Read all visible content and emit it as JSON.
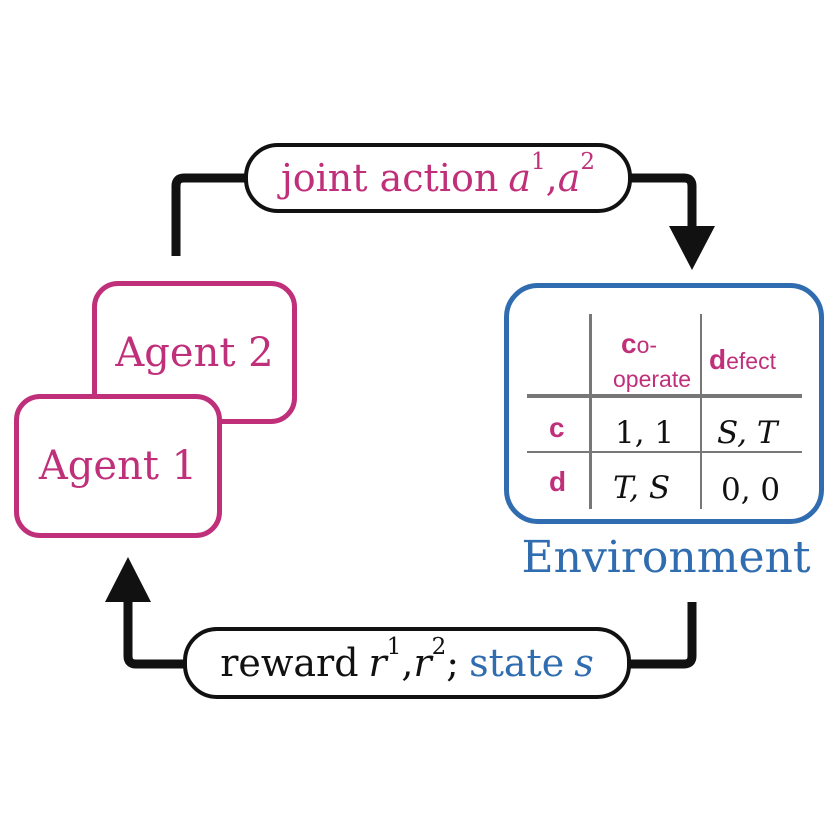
{
  "top_label": {
    "prefix": "joint action",
    "var": "a",
    "sup1": "1",
    "sep": ",",
    "var2": "a",
    "sup2": "2"
  },
  "bottom_label": {
    "prefix": "reward",
    "var": "r",
    "sup1": "1",
    "sep": ",",
    "var2": "r",
    "sup2": "2",
    "semicolon": ";",
    "state_word": "state",
    "state_var": "s"
  },
  "agents": [
    {
      "label": "Agent 2"
    },
    {
      "label": "Agent 1"
    }
  ],
  "environment": {
    "label": "Environment",
    "header": {
      "cooperate_initial": "c",
      "cooperate_rest1": "o-",
      "cooperate_rest2": "operate",
      "defect_initial": "d",
      "defect_rest": "efect"
    },
    "rows": [
      {
        "label": "c",
        "cells": [
          "1, 1",
          "S,  T"
        ]
      },
      {
        "label": "d",
        "cells": [
          "T,  S",
          "0, 0"
        ]
      }
    ]
  },
  "colors": {
    "agent": "#c0307a",
    "environment": "#2f6db0",
    "wire": "#111111"
  }
}
